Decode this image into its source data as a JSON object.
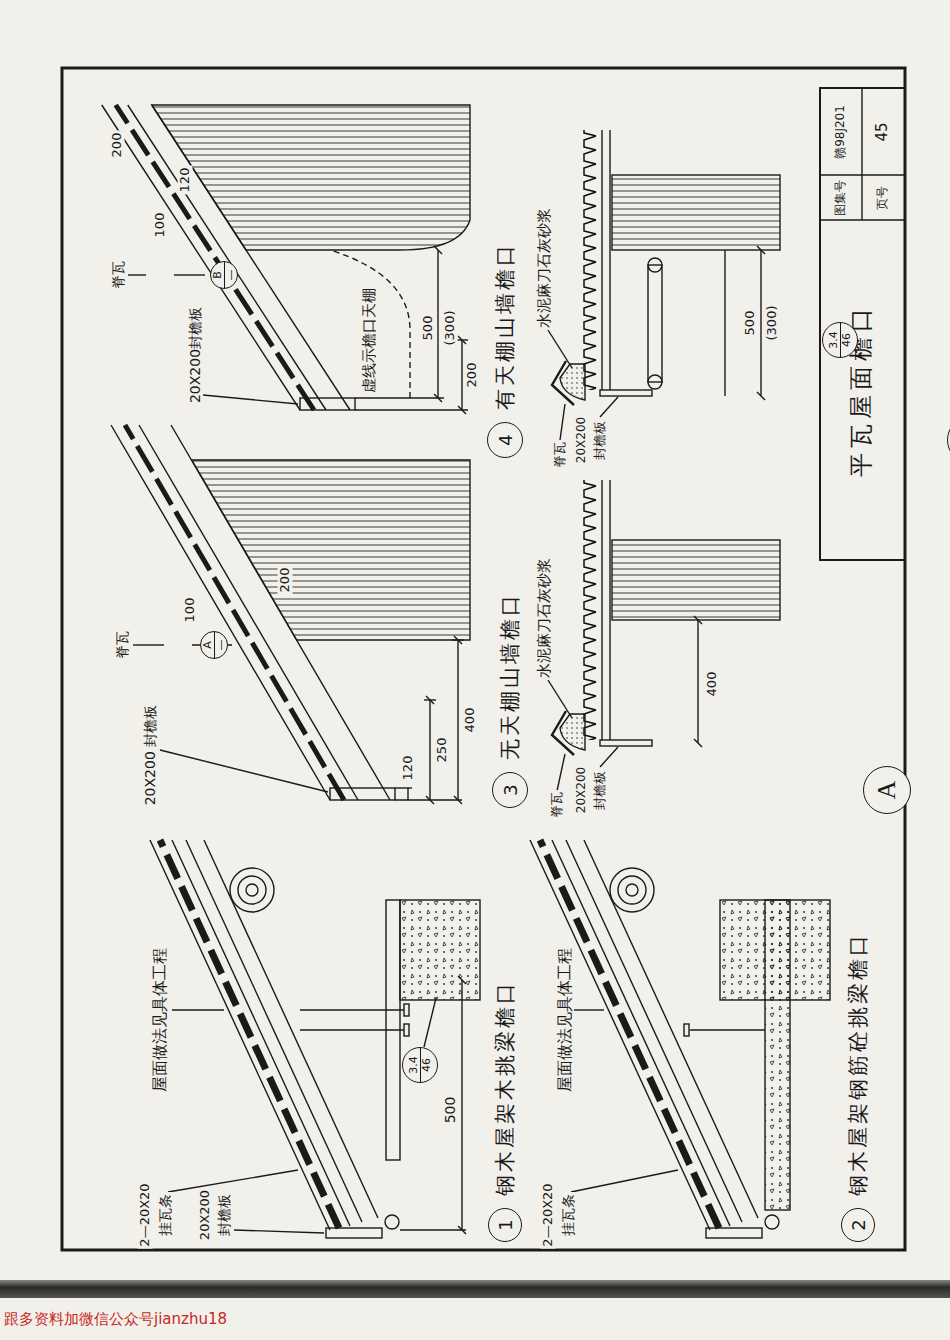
{
  "diagram": {
    "title": "平瓦屋面檐口",
    "nodes": [
      {
        "text": [
          "1",
          "钢木屋架木挑梁檐口"
        ]
      },
      {
        "text": [
          "3.4",
          "46"
        ]
      },
      {
        "text": [
          "2",
          "钢木屋架钢筋砼挑梁檐口"
        ]
      },
      {
        "text": [
          "A",
          "—"
        ]
      },
      {
        "text": [
          "B",
          "—"
        ]
      },
      {
        "text": [
          "3",
          "无天棚山墙檐口"
        ]
      },
      {
        "text": [
          "A"
        ]
      },
      {
        "text": [
          "4",
          "有天棚山墙檐口"
        ]
      },
      {
        "text": [
          "3.4",
          "46"
        ]
      },
      {
        "text": [
          "B"
        ]
      }
    ],
    "labels": [
      "屋面做法见具体工程",
      "2—20X20",
      "挂瓦条",
      "20X200",
      "封檐板",
      "500",
      "屋面做法见具体工程",
      "2—20X20",
      "挂瓦条",
      "脊瓦",
      "20X200 封檐板",
      "100",
      "200",
      "250",
      "400",
      "120",
      "脊瓦",
      "20X200封檐板",
      "100",
      "200",
      "120",
      "500",
      "(300)",
      "200",
      "虚线示檐口天棚",
      "水泥麻刀石灰砂浆",
      "脊瓦",
      "20X200",
      "封檐板",
      "400",
      "水泥麻刀石灰砂浆",
      "脊瓦",
      "20X200",
      "封檐板",
      "500",
      "(300)",
      "图集号",
      "赣98J201",
      "页号",
      "45",
      "跟多资料加微信公众号jianzhu18"
    ]
  }
}
